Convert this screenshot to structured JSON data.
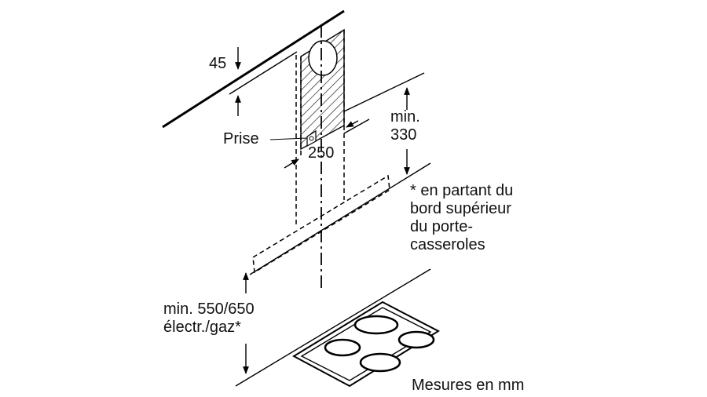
{
  "labels": {
    "dim_top": "45",
    "outlet": "Prise",
    "width": "250",
    "min_clearance_line1": "min.",
    "min_clearance_line2": "330",
    "footnote_lines": [
      "* en partant du",
      "bord supérieur",
      "du porte-",
      "casseroles"
    ],
    "height_line1": "min. 550/650",
    "height_line2": "électr./gaz*",
    "units": "Mesures en mm"
  }
}
